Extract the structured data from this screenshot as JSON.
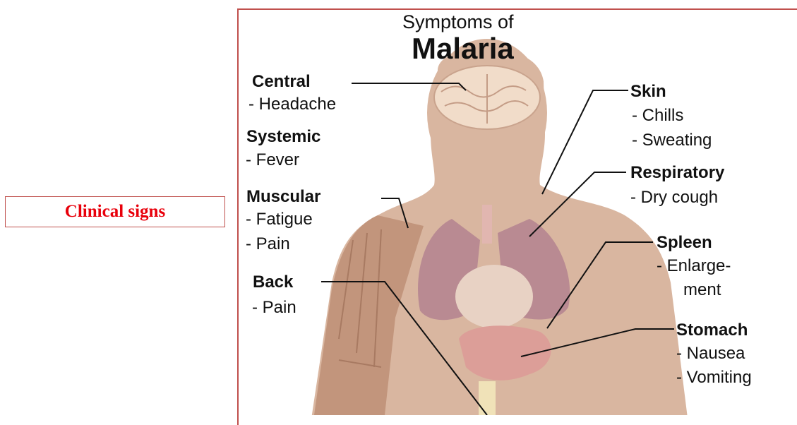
{
  "side_label": "Clinical signs",
  "title_line1": "Symptoms of",
  "title_line2": "Malaria",
  "groups": {
    "central": {
      "heading": "Central",
      "items": [
        "- Headache"
      ]
    },
    "systemic": {
      "heading": "Systemic",
      "items": [
        "- Fever"
      ]
    },
    "muscular": {
      "heading": "Muscular",
      "items": [
        "- Fatigue",
        "- Pain"
      ]
    },
    "back": {
      "heading": "Back",
      "items": [
        "- Pain"
      ]
    },
    "skin": {
      "heading": "Skin",
      "items": [
        "- Chills",
        "- Sweating"
      ]
    },
    "respiratory": {
      "heading": "Respiratory",
      "items": [
        "- Dry cough"
      ]
    },
    "spleen": {
      "heading": "Spleen",
      "items": [
        "- Enlarge-",
        "ment"
      ]
    },
    "stomach": {
      "heading": "Stomach",
      "items": [
        "- Nausea",
        "- Vomiting"
      ]
    }
  },
  "colors": {
    "frame": "#c0504d",
    "signs_text": "#e8000b",
    "skin": "#d7b49c",
    "muscle": "#c2957c",
    "lungs": "#b7868e",
    "stomach": "#d99c94"
  }
}
